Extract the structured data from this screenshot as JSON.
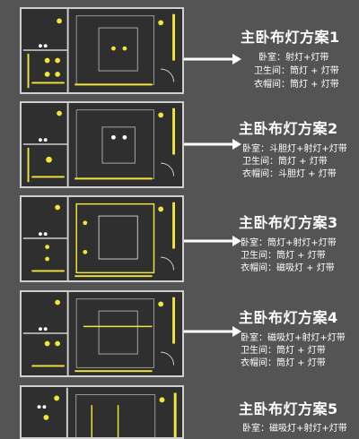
{
  "schemes": [
    {
      "title": "主卧布灯方案1",
      "lines": [
        "卧室：射灯+灯带",
        "卫生间：筒灯 + 灯带",
        "衣帽间：筒灯 + 灯带"
      ]
    },
    {
      "title": "主卧布灯方案2",
      "lines": [
        "卧室：斗胆灯+射灯+灯带",
        "卫生间：筒灯 + 灯带",
        "衣帽间：斗胆灯 + 灯带"
      ]
    },
    {
      "title": "主卧布灯方案3",
      "lines": [
        "卧室：筒灯+射灯+灯带",
        "卫生间：筒灯 + 灯带",
        "衣帽间：磁吸灯 + 灯带"
      ]
    },
    {
      "title": "主卧布灯方案4",
      "lines": [
        "卧室：磁吸灯+射灯+灯带",
        "卫生间：筒灯 + 灯带",
        "衣帽间：筒灯 + 灯带"
      ]
    },
    {
      "title": "主卧布灯方案5",
      "lines": [
        "卧室：磁吸灯+射灯+灯带"
      ]
    }
  ],
  "colors": {
    "background": "#545454",
    "plan_fill": "#2f2f2f",
    "wall": "#cfcfcf",
    "light": "#f2e63a",
    "text": "#ffffff"
  }
}
